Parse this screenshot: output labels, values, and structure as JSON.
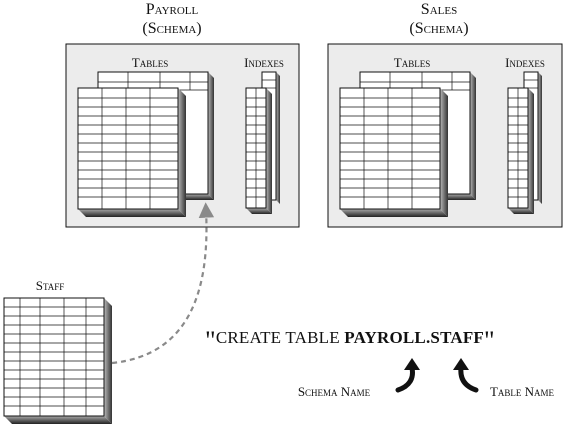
{
  "schemas": [
    {
      "name": "Payroll",
      "subtitle": "(Schema)",
      "tables_label": "Tables",
      "indexes_label": "Indexes"
    },
    {
      "name": "Sales",
      "subtitle": "(Schema)",
      "tables_label": "Tables",
      "indexes_label": "Indexes"
    }
  ],
  "staff_label": "Staff",
  "statement": {
    "open_quote": "\"",
    "prefix": "CREATE TABLE ",
    "schema_part": "PAYROLL",
    "dot": ".",
    "table_part": "STAFF",
    "close_quote": "\""
  },
  "annotations": {
    "schema_name": "Schema Name",
    "table_name": "Table Name"
  },
  "colors": {
    "panel_fill": "#ececec",
    "table_fill": "#ffffff",
    "shadow": "#333333",
    "line": "#111111",
    "dashed_arrow": "#8a8a8a"
  }
}
